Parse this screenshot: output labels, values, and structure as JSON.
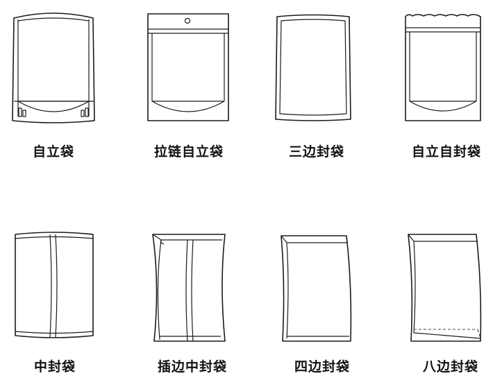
{
  "bags": [
    {
      "label": "自立袋"
    },
    {
      "label": "拉链自立袋"
    },
    {
      "label": "三边封袋"
    },
    {
      "label": "自立自封袋"
    },
    {
      "label": "中封袋"
    },
    {
      "label": "插边中封袋"
    },
    {
      "label": "四边封袋"
    },
    {
      "label": "八边封袋"
    }
  ]
}
